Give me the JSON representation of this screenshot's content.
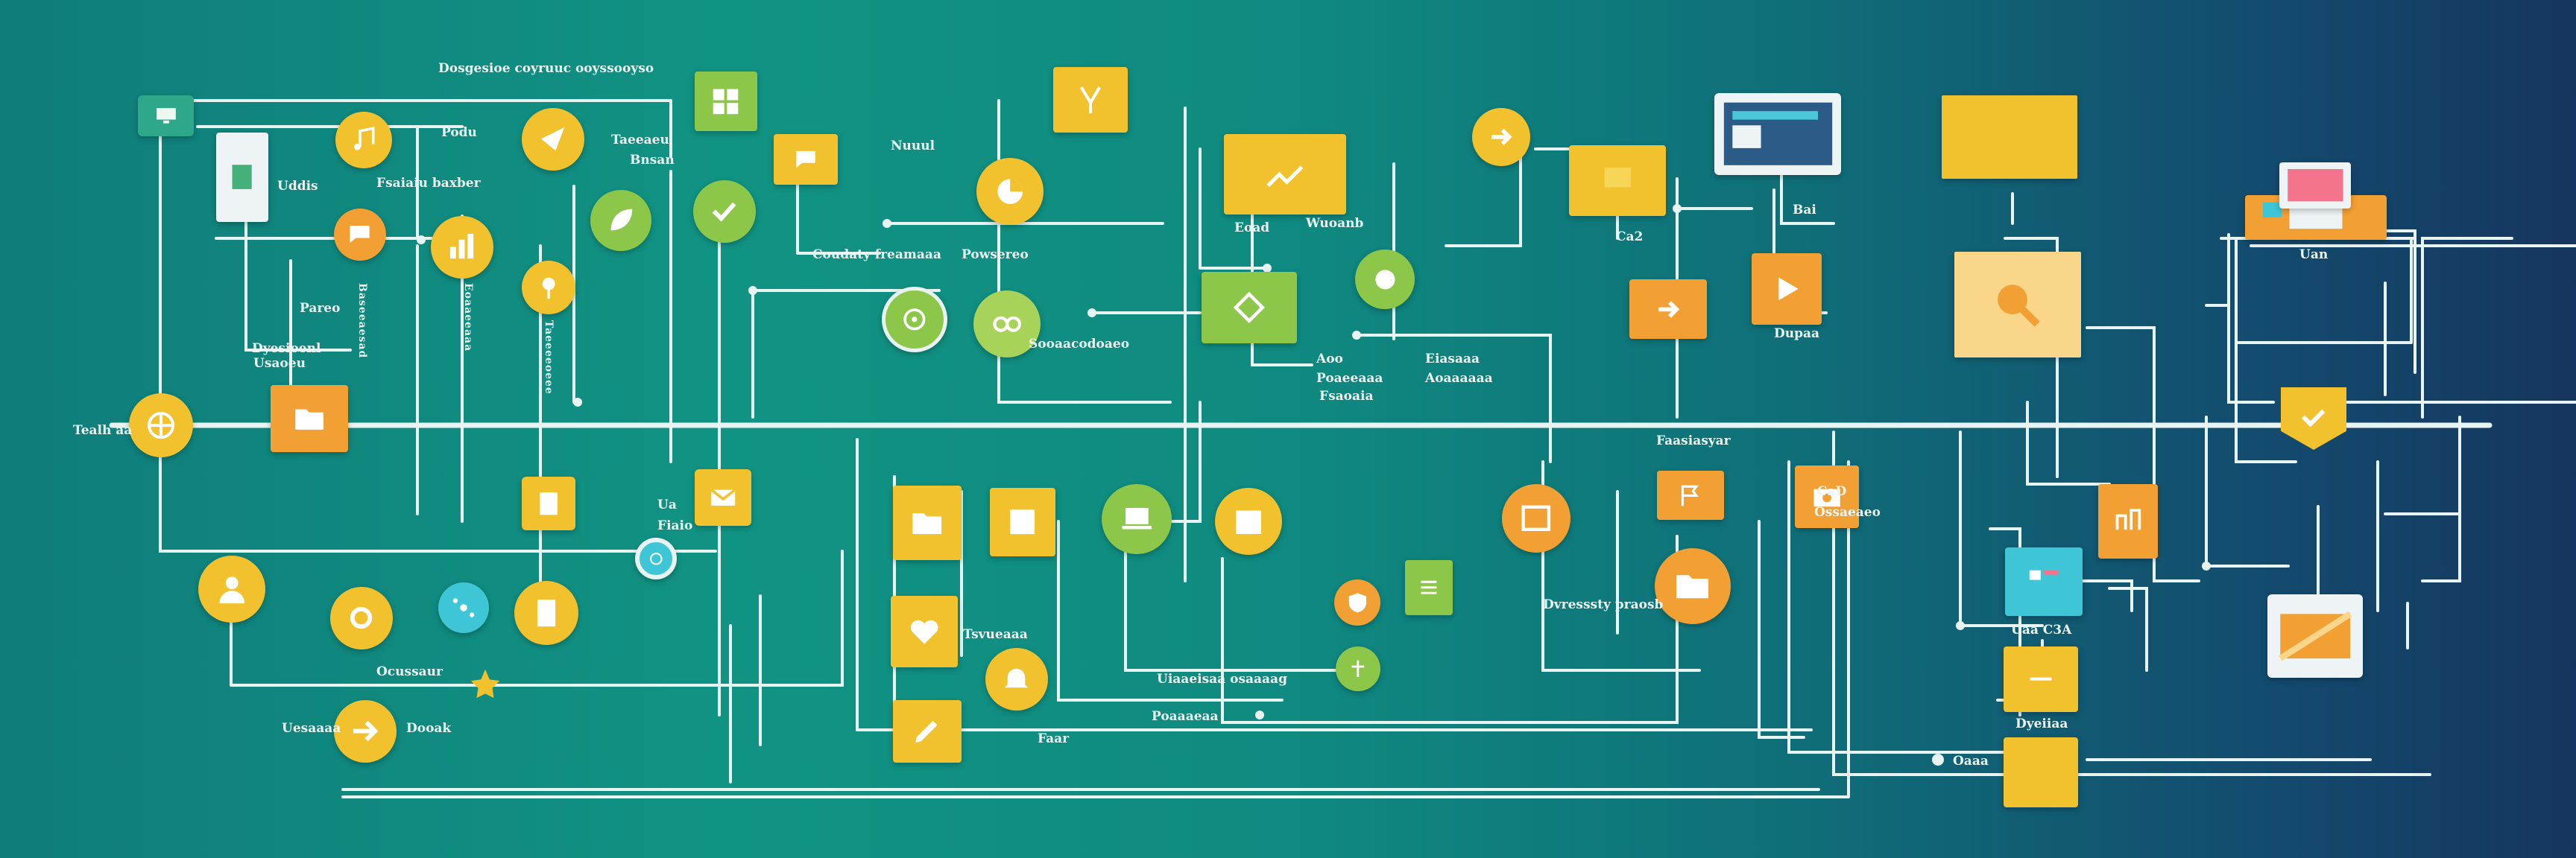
{
  "colors": {
    "teal": "#119383",
    "navy": "#16355e",
    "yellow": "#f2c12e",
    "orange": "#f2a033",
    "green": "#8cc74a",
    "cyan": "#3fc6d6",
    "line": "#e8f4f2"
  },
  "labels": {
    "top_title": "Dosgesioe coyruuc ooyssooyso",
    "podu": "Podu",
    "teeaeuu": "Taeeaeu",
    "bnsan": "Bnsan",
    "nuuul": "Nuuul",
    "uddis": "Uddis",
    "fsaiaiu_baxber": "Fsaiaiu baxber",
    "pareo": "Pareo",
    "dyesioenl": "Dyesioenl",
    "usaoeu": "Usaoeu",
    "tealh_aa": "Tealh aa",
    "coudaty_freamaaa": "Coudaty freamaaa",
    "powsereo": "Powsereo",
    "sooaacodoaeo": "Sooaacodoaeo",
    "eoad": "Eoad",
    "wuoanb": "Wuoanb",
    "aoo": "Aoo",
    "poaeeaaa": "Poaeeaaa",
    "fsaoaia": "Fsaoaia",
    "eiasaaa": "Eiasaaa",
    "aoaaaaaa": "Aoaaaaaa",
    "ca2": "Ca2",
    "bai": "Bai",
    "dupaa": "Dupaa",
    "faasiasyar": "Faasiasyar",
    "uan": "Uan",
    "ua": "Ua",
    "fiaio": "Fiaio",
    "ocussaur": "Ocussaur",
    "uesaaaa": "Uesaaaa",
    "dooak": "Dooak",
    "tsvueaaa": "Tsvueaaa",
    "dvresssty_praosb": "Dvresssty praosb",
    "uiaaeisaa_osaaaag": "Uiaaeisaa osaaaag",
    "poaaaeaa": "Poaaaeaa",
    "faar": "Faar",
    "uaa_c3a": "Uaa C3A",
    "dyeiiaa": "Dyeiiaa",
    "oaaa": "Oaaa",
    "cad": "CaD",
    "ossaeaeo": "Ossaeaeo",
    "vert_a": "Baseeaesad",
    "vert_b": "Eoaaeeaaa",
    "vert_c": "Taeeeeoeee"
  },
  "icons": [
    "document-icon",
    "music-icon",
    "share-icon",
    "chat-icon",
    "leaf-icon",
    "chart-icon",
    "arrow-icon",
    "check-icon",
    "person-icon",
    "gear-icon",
    "globe-icon",
    "mail-icon",
    "folder-icon",
    "pin-icon",
    "monitor-icon",
    "laptop-icon"
  ]
}
